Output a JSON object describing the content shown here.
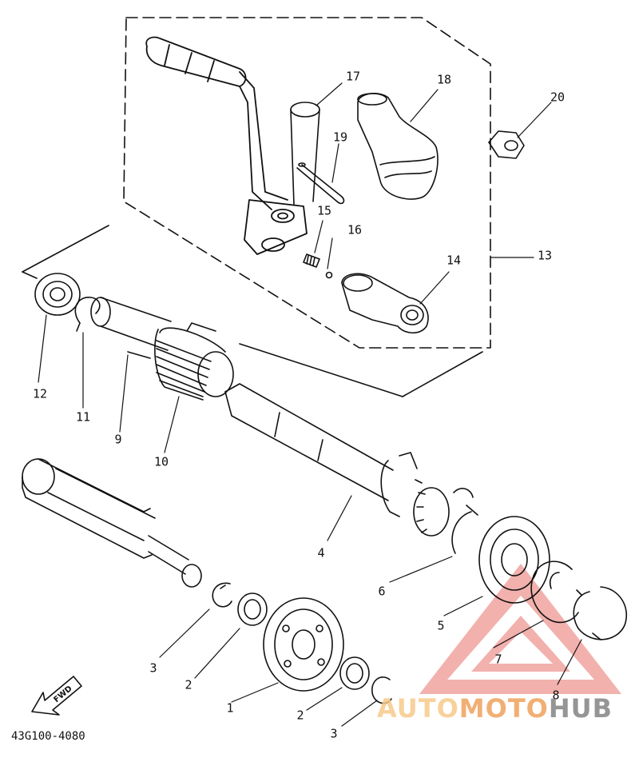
{
  "diagram": {
    "callouts": [
      {
        "id": "p1",
        "text": "1"
      },
      {
        "id": "p2a",
        "text": "2"
      },
      {
        "id": "p2b",
        "text": "2"
      },
      {
        "id": "p3a",
        "text": "3"
      },
      {
        "id": "p3b",
        "text": "3"
      },
      {
        "id": "p4",
        "text": "4"
      },
      {
        "id": "p5",
        "text": "5"
      },
      {
        "id": "p6",
        "text": "6"
      },
      {
        "id": "p7",
        "text": "7"
      },
      {
        "id": "p8",
        "text": "8"
      },
      {
        "id": "p9",
        "text": "9"
      },
      {
        "id": "p10",
        "text": "10"
      },
      {
        "id": "p11",
        "text": "11"
      },
      {
        "id": "p12",
        "text": "12"
      },
      {
        "id": "p13",
        "text": "13"
      },
      {
        "id": "p14",
        "text": "14"
      },
      {
        "id": "p15",
        "text": "15"
      },
      {
        "id": "p16",
        "text": "16"
      },
      {
        "id": "p17",
        "text": "17"
      },
      {
        "id": "p18",
        "text": "18"
      },
      {
        "id": "p19",
        "text": "19"
      },
      {
        "id": "p20",
        "text": "20"
      }
    ],
    "diagram_code": "43G100-4080",
    "fwd_label": "FWD"
  },
  "watermark": {
    "part1": "AUTO",
    "part2": "MOTO",
    "part3": "HUB",
    "colors": {
      "triangle": "#e8736b",
      "auto": "#f7c98a",
      "moto": "#f0a25b",
      "hub": "#8a8a8a"
    }
  }
}
